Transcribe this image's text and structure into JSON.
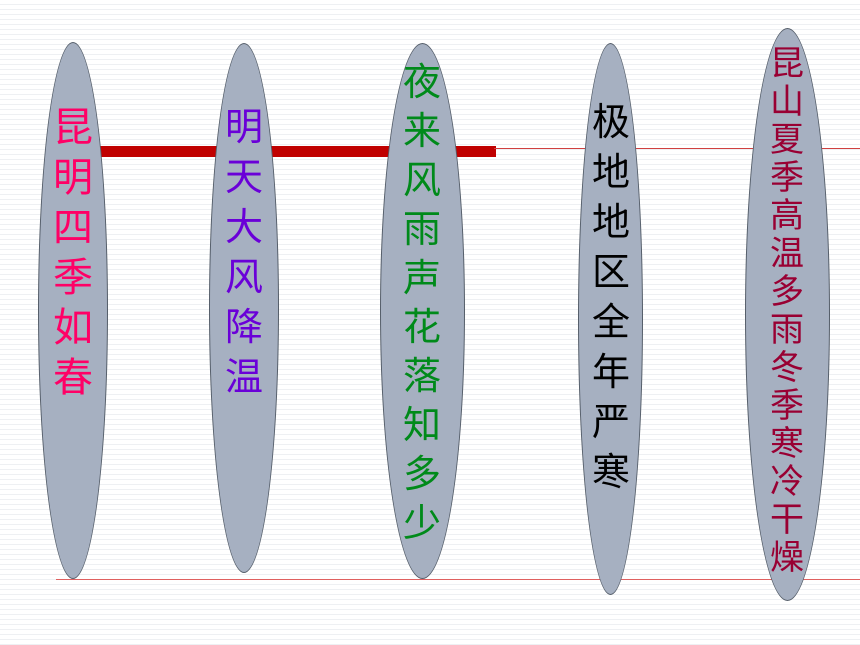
{
  "ovals": [
    {
      "text": "昆明四季如春",
      "color": "#ff0066"
    },
    {
      "text": "明天大风降温",
      "color": "#6a00d8"
    },
    {
      "text": "夜来风雨声花落知多少",
      "color": "#008a1a"
    },
    {
      "text": "极地地区全年严寒",
      "color": "#000000"
    },
    {
      "text": "昆山夏季高温多雨 冬季寒冷干燥",
      "color": "#990033"
    }
  ],
  "colors": {
    "oval_fill": "#a6b0c1",
    "bar": "#c00000"
  }
}
